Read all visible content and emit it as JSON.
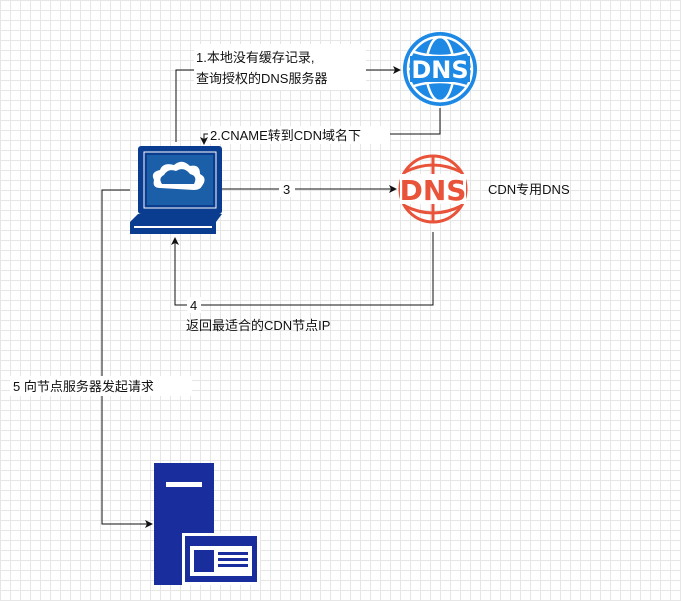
{
  "labels": {
    "step1_line1": "1.本地没有缓存记录,",
    "step1_line2": "查询授权的DNS服务器",
    "step2": "2.CNAME转到CDN域名下",
    "step3": "3",
    "step4_num": "4",
    "step4_text": "返回最适合的CDN节点IP",
    "step5": "5 向节点服务器发起请求",
    "cdn_dns": "CDN专用DNS"
  },
  "icons": {
    "dns_top": {
      "text": "DNS",
      "color": "#1e88e5"
    },
    "dns_cdn": {
      "text": "DNS",
      "color": "#e8533a"
    }
  },
  "colors": {
    "client": "#0a3d8f",
    "server": "#1a2d9c",
    "screen": "#1a5fa8",
    "line": "#111111"
  }
}
